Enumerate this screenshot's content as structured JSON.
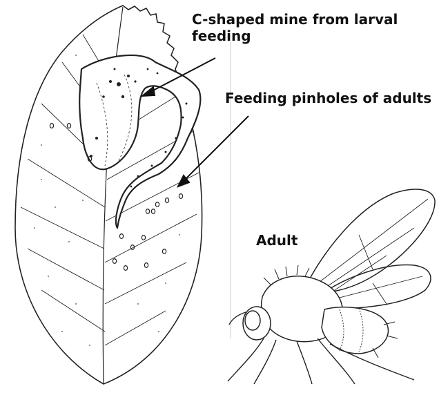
{
  "labels": {
    "mine": "C-shaped mine from larval feeding",
    "pinholes": "Feeding pinholes of adults",
    "adult": "Adult"
  },
  "colors": {
    "ink": "#222222",
    "background": "#ffffff"
  }
}
